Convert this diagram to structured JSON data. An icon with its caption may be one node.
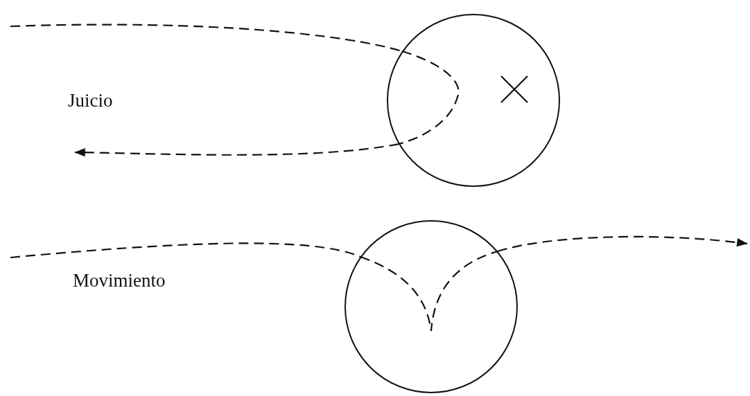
{
  "diagram": {
    "nodes": [
      {
        "text": [],
        "shape": "circle"
      },
      {
        "text": [],
        "shape": "circle"
      }
    ],
    "edges": [
      {
        "from": null,
        "to": 0,
        "arrow": "none",
        "style": "dashed"
      },
      {
        "from": 0,
        "to": null,
        "arrow": "to",
        "style": "dashed"
      },
      {
        "from": null,
        "to": 1,
        "arrow": "none",
        "style": "dashed"
      },
      {
        "from": 1,
        "to": null,
        "arrow": "to",
        "style": "dashed"
      }
    ],
    "labels": [
      "Juicio",
      "Movimiento"
    ]
  }
}
